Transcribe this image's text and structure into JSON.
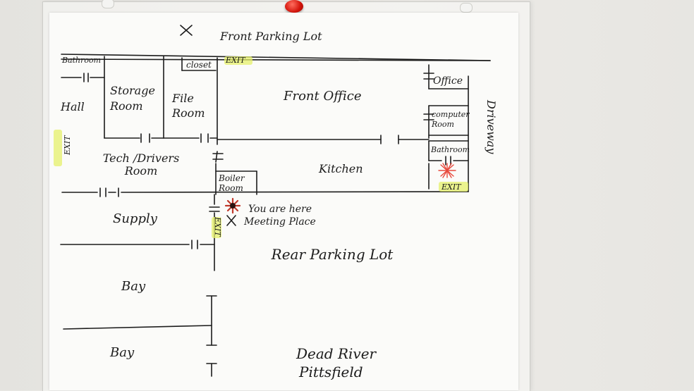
{
  "labels": {
    "front_parking_lot": "Front Parking Lot",
    "bathroom_left": "Bathroom",
    "storage_room": "Storage Room",
    "file_room": "File Room",
    "closet": "closet",
    "exit_top": "EXIT",
    "front_office": "Front Office",
    "office": "Office",
    "computer_room": "computer Room",
    "bathroom_right": "Bathroom",
    "driveway": "Driveway",
    "hall": "Hall",
    "exit_left": "EXIT",
    "tech_drivers_room": "Tech /Drivers Room",
    "kitchen": "Kitchen",
    "boiler_room": "Boiler Room",
    "exit_right": "EXIT",
    "supply": "Supply",
    "exit_mid": "EXIT",
    "you_are_here": "You are here",
    "meeting_place": "Meeting Place",
    "rear_parking_lot": "Rear Parking Lot",
    "bay_1": "Bay",
    "bay_2": "Bay",
    "dead_river": "Dead River",
    "pittsfield": "Pittsfield"
  },
  "colors": {
    "ink": "#1c1c1c",
    "you_are_here_marker": "#c0392b",
    "starburst_red": "#e8493c",
    "highlighter": "#e5f06a",
    "pushpin": "#d3130a"
  }
}
